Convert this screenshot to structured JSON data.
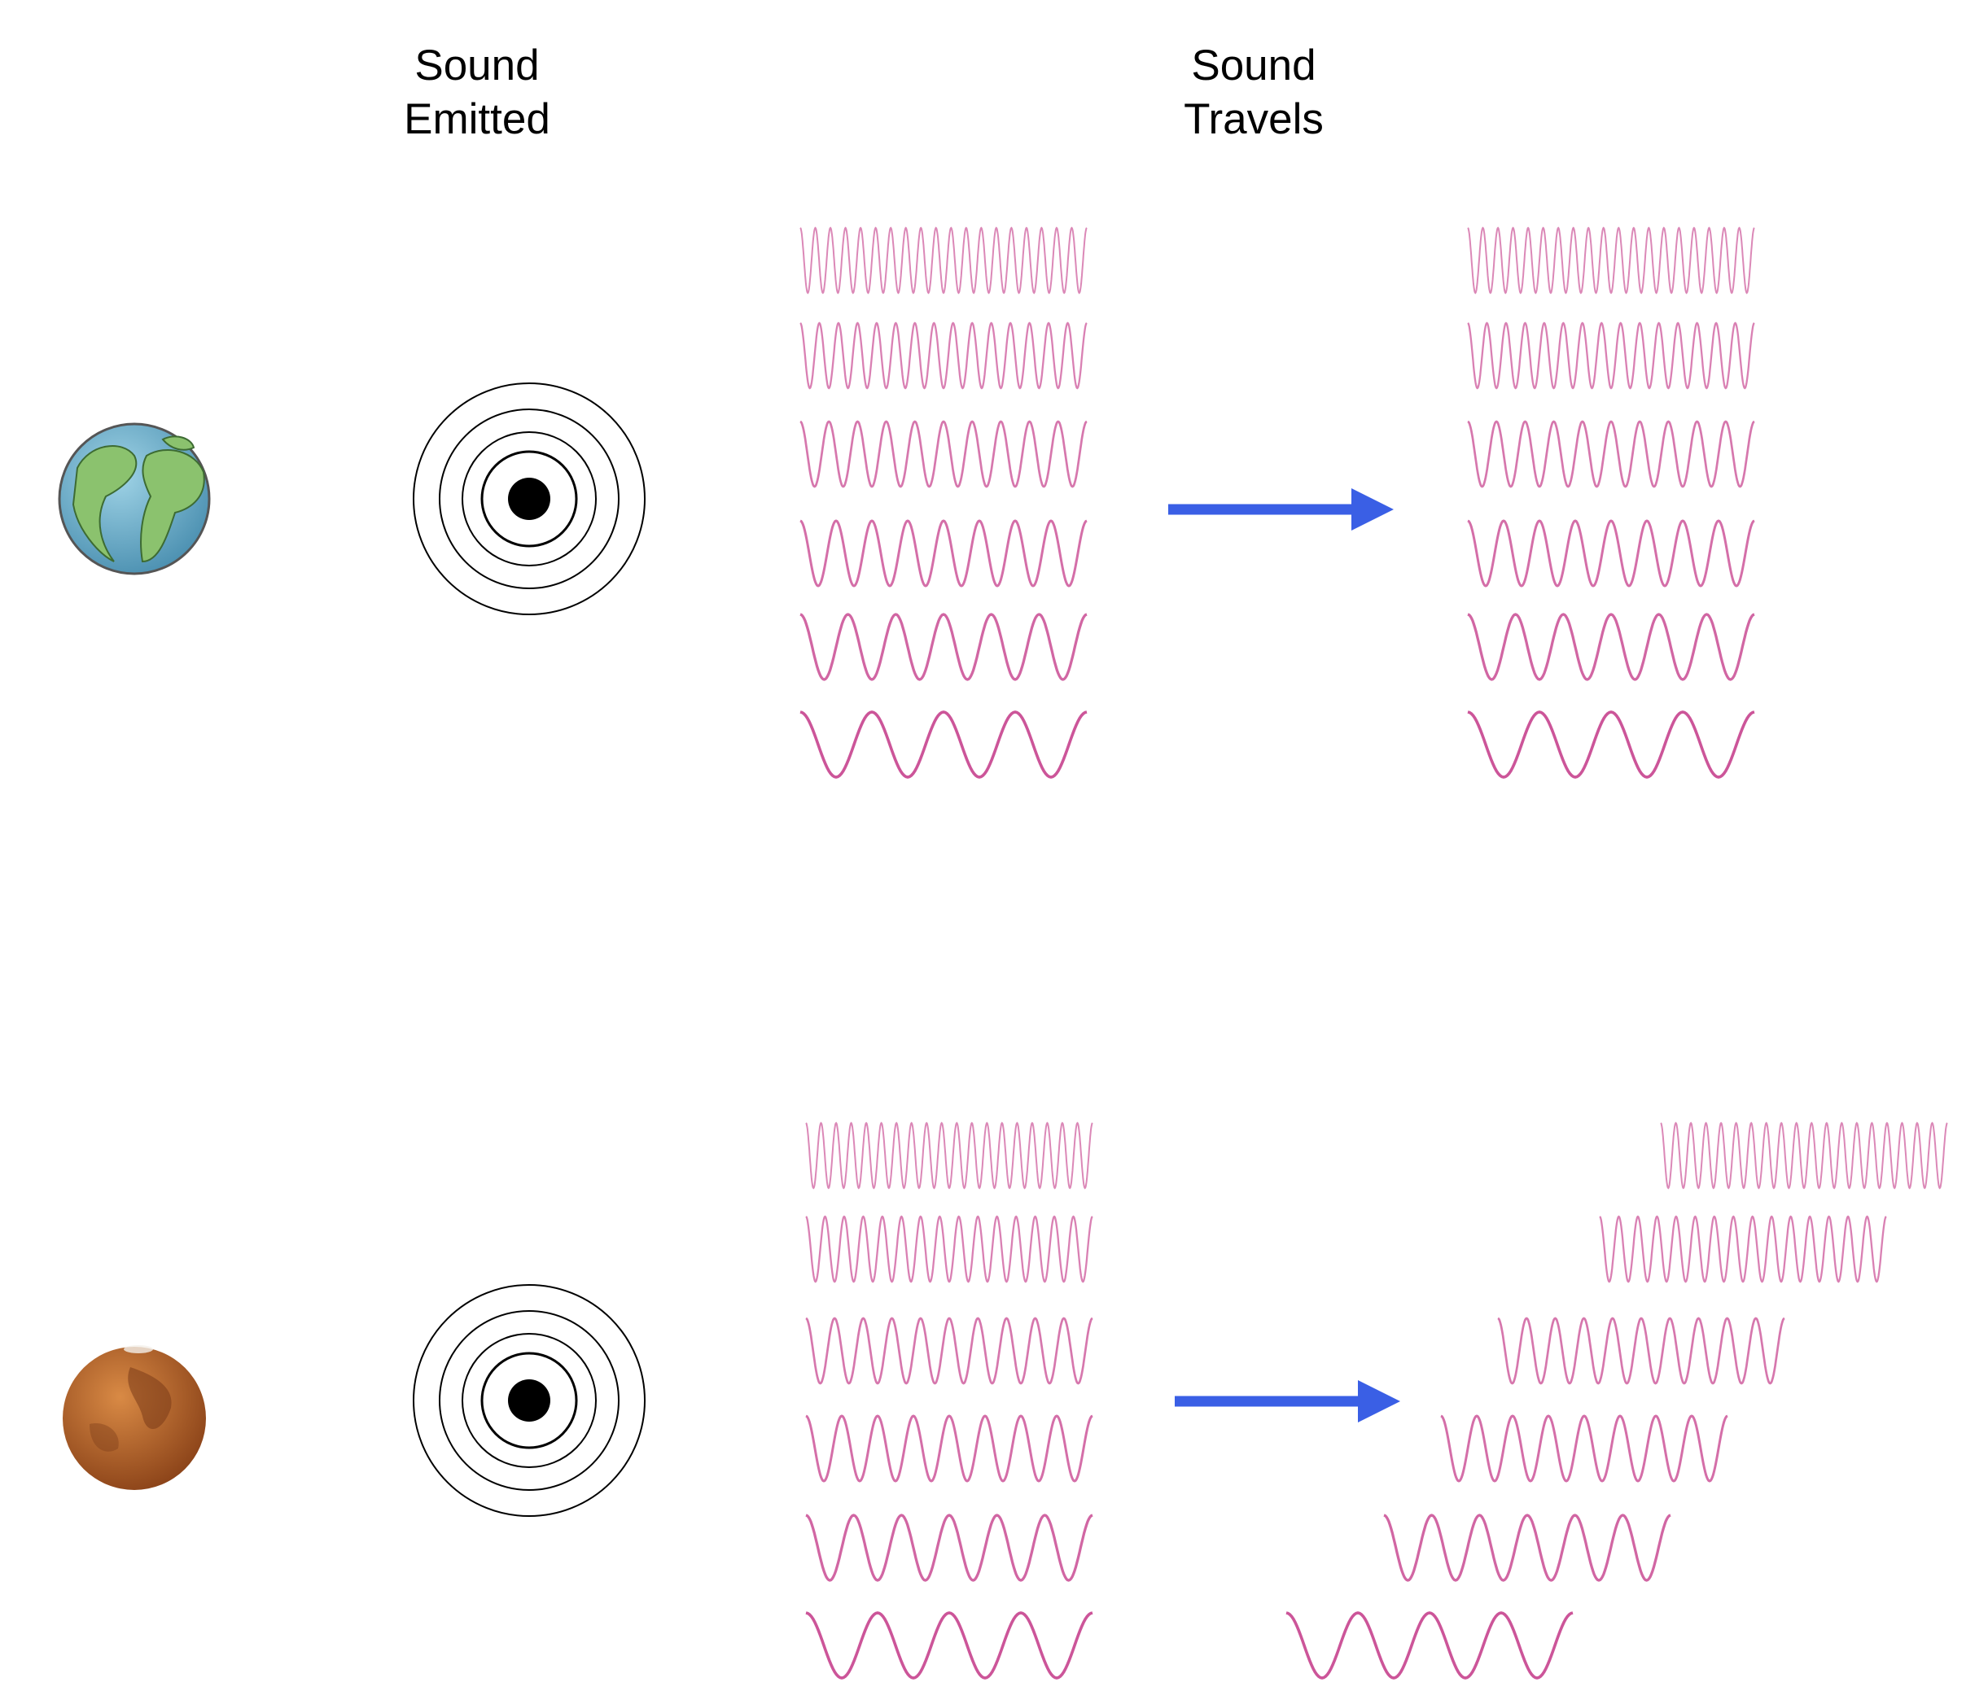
{
  "headers": {
    "sound_emitted": [
      "Sound",
      "Emitted"
    ],
    "sound_travels": [
      "Sound",
      "Travels"
    ]
  },
  "planets": [
    "earth-icon",
    "mars-icon"
  ],
  "colors": {
    "wave": "#cc5599",
    "arrow": "#3a5fe5",
    "ocean": "#6aaec7",
    "land": "#8bc26e",
    "mars": "#c46a2a",
    "mars_dark": "#7a3b18"
  }
}
